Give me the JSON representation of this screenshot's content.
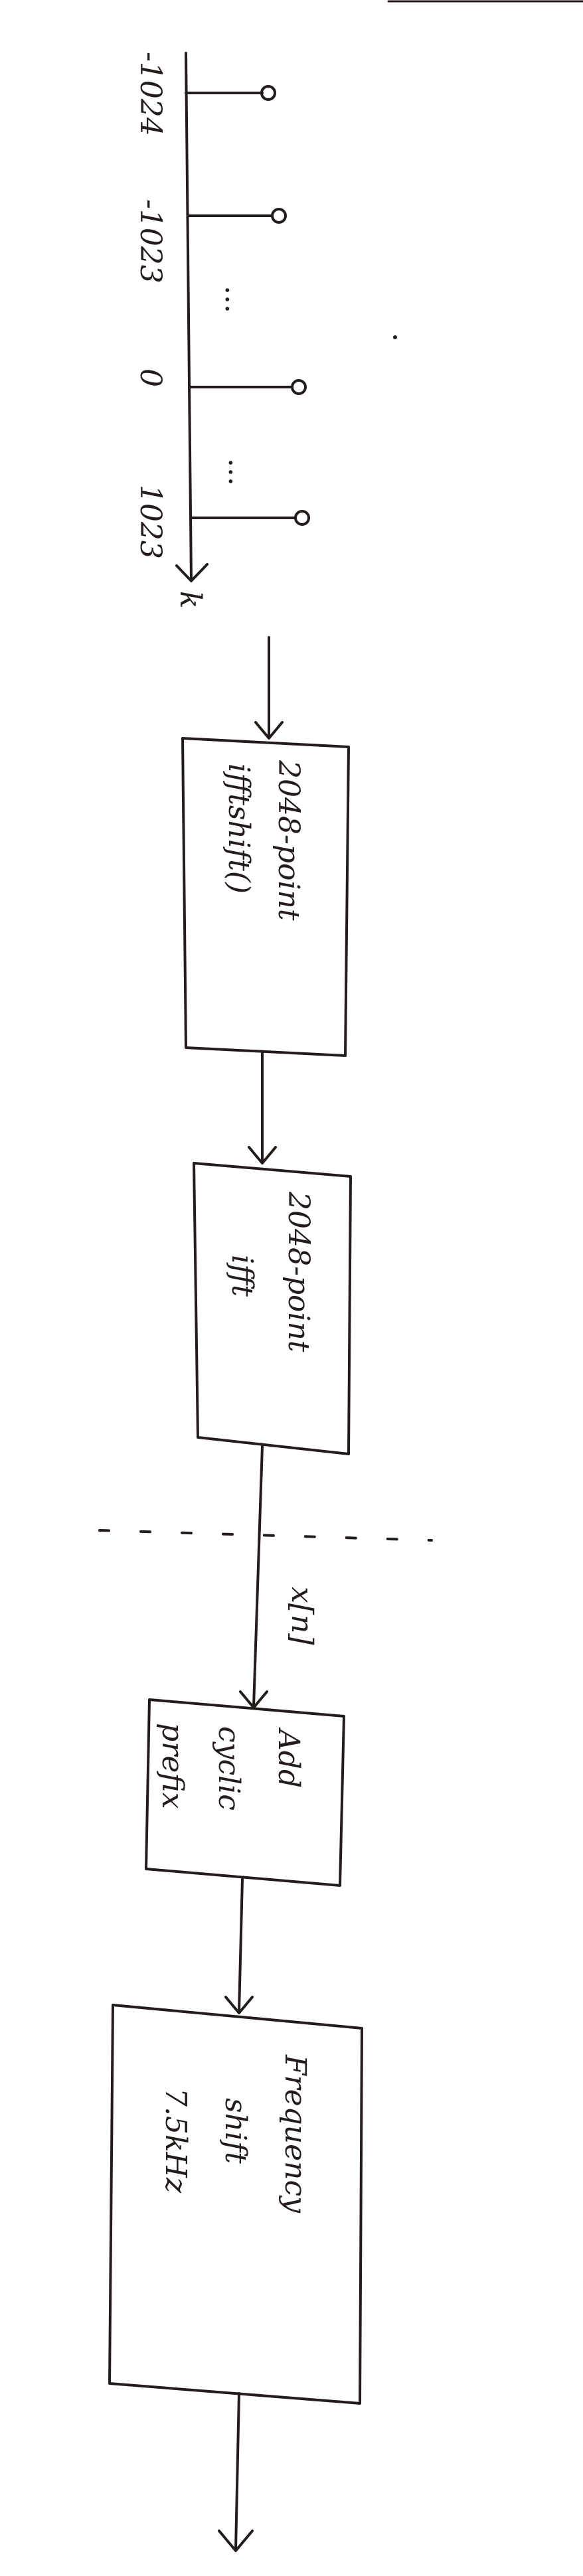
{
  "spectrum": {
    "tick_labels": [
      "-1024",
      "-1023",
      "0",
      "1023"
    ],
    "axis_label": "k",
    "ellipsis": "...",
    "sample_k": [
      -1024,
      -1023,
      0,
      1023
    ]
  },
  "blocks": [
    {
      "lines": [
        "2048-point",
        "ifftshift()"
      ]
    },
    {
      "lines": [
        "2048-point",
        "ifft"
      ]
    },
    {
      "lines": [
        "Add",
        "cyclic",
        "prefix"
      ]
    },
    {
      "lines": [
        "Frequency",
        "shift",
        "7.5kHz"
      ]
    }
  ],
  "signal_label": "x[n]"
}
